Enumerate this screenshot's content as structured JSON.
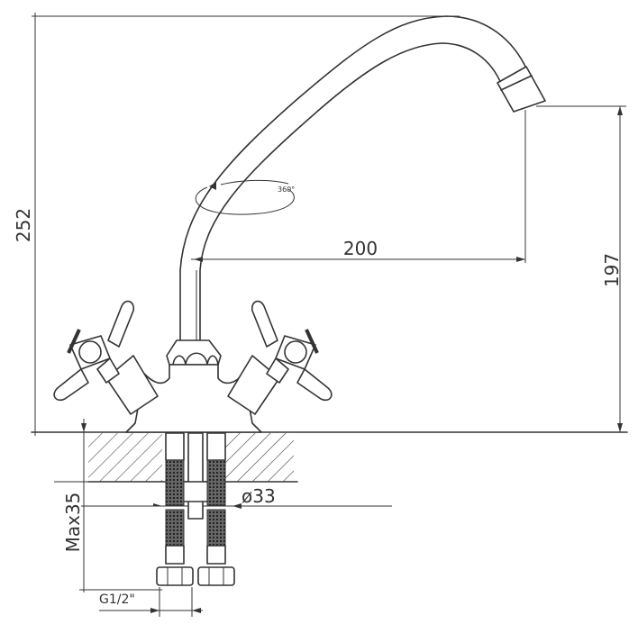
{
  "drawing": {
    "dimensions": {
      "total_height": "252",
      "spout_height": "197",
      "spout_reach": "200",
      "max_thickness": "Max35",
      "hole_diameter": "ø33",
      "connection_thread": "G1/2\"",
      "rotation": "360°"
    }
  }
}
